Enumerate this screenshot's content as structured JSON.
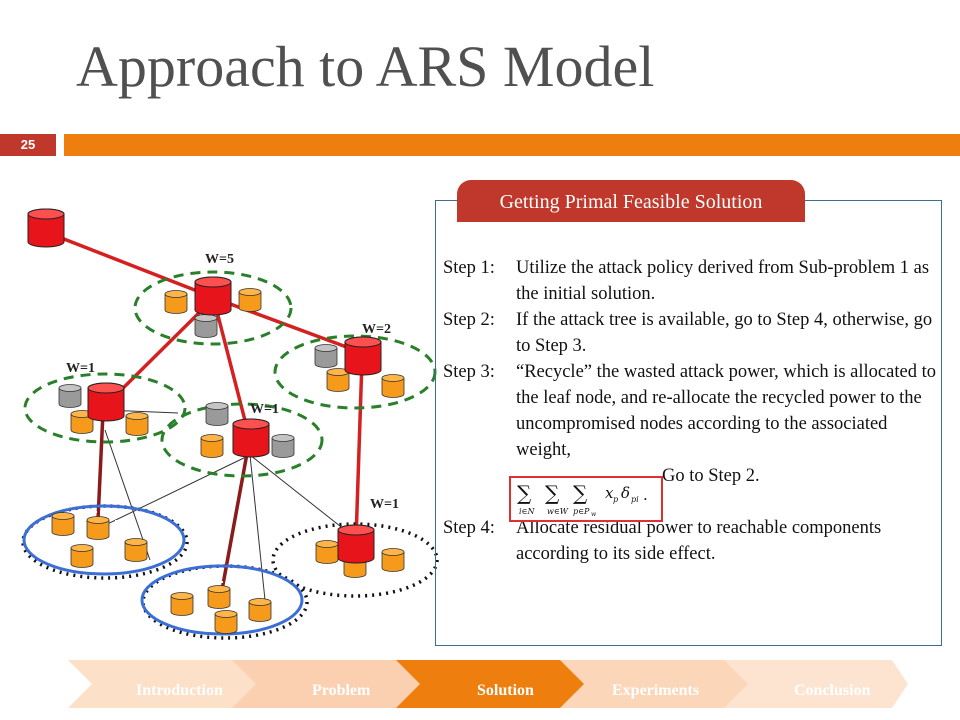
{
  "slide": {
    "title": "Approach to ARS Model",
    "page_number": "25"
  },
  "diagram": {
    "weights": [
      "W=5",
      "W=2",
      "W=1",
      "W=1",
      "W=1"
    ]
  },
  "panel": {
    "header": "Getting Primal Feasible Solution",
    "steps": [
      {
        "label": "Step 1:",
        "text": "Utilize the attack policy derived from Sub-problem 1 as the initial solution."
      },
      {
        "label": "Step 2:",
        "text": "If the attack tree is available, go to Step 4, otherwise, go to Step 3."
      },
      {
        "label": "Step 3:",
        "text": "“Recycle” the wasted attack power, which is allocated to the leaf node, and re-allocate the recycled power to the uncompromised nodes according to the associated weight,"
      },
      {
        "label": "",
        "text": "Go to Step 2."
      },
      {
        "label": "Step 4:",
        "text": "Allocate residual power to reachable components according to its side effect."
      }
    ]
  },
  "nav": {
    "items": [
      "Introduction",
      "Problem",
      "Solution",
      "Experiments",
      "Conclusion"
    ],
    "active": "Solution"
  },
  "colors": {
    "accent_red": "#c0382b",
    "accent_orange": "#ee7f0e",
    "node_red": "#e8141b",
    "node_orange": "#f59a1b",
    "node_gray": "#999999",
    "ring_green": "#2a7f2a",
    "ring_blue": "#3c6fd6"
  }
}
